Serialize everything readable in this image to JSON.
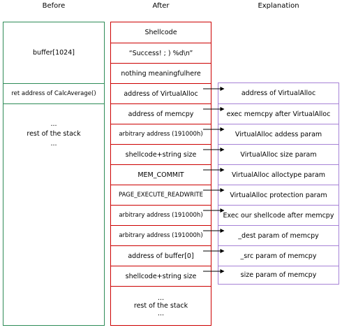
{
  "headers": {
    "before": "Before",
    "after": "After",
    "explanation": "Explanation"
  },
  "before": {
    "buffer": "buffer[1024]",
    "ret": "ret address of CalcAverage()",
    "rest": {
      "dots_top": "...",
      "text": "rest of the stack",
      "dots_bottom": "..."
    }
  },
  "after": {
    "cells": [
      "Shellcode",
      "“Success! ; ) %d\\n”",
      "nothing meaningfulhere",
      "address of VirtualAlloc",
      "address of memcpy",
      "arbitrary address (191000h)",
      "shellcode+string size",
      "MEM_COMMIT",
      "PAGE_EXECUTE_READWRITE",
      "arbitrary address (191000h)",
      "arbitrary address (191000h)",
      "address of buffer[0]",
      "shellcode+string size"
    ],
    "rest": {
      "dots_top": "...",
      "text": "rest of the stack",
      "dots_bottom": "..."
    }
  },
  "explanation": {
    "cells": [
      "address of VirtualAlloc",
      "exec memcpy after VirtualAlloc",
      "VirtualAlloc addess param",
      "VirtualAlloc size param",
      "VirtualAlloc alloctype param",
      "VirtualAlloc protection param",
      "Exec our shellcode after memcpy",
      "_dest param of memcpy",
      "_src param of memcpy",
      "size param of memcpy"
    ]
  },
  "colors": {
    "before_border": "#2e8b57",
    "after_border": "#cc0000",
    "explanation_border": "#a682d6",
    "arrow": "#000000"
  }
}
